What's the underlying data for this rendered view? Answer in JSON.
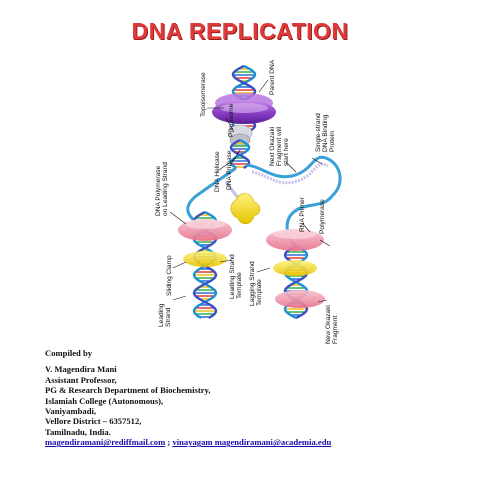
{
  "title": "DNA REPLICATION",
  "labels": {
    "topoisomerase": "Topoisomerase",
    "parent_dna": "Parent DNA",
    "primosome": "Primosome",
    "dna_helicase": "DNA Helicase",
    "dna_primase": "DNA Primase",
    "next_okazaki_1": "Next Okazaki",
    "next_okazaki_2": "Fragment will",
    "next_okazaki_3": "start here",
    "ssb_1": "Single-strand",
    "ssb_2": "DNA Binding",
    "ssb_3": "Protein",
    "polymerase_leading_1": "DNA Polymerase",
    "polymerase_leading_2": "on Leading Strand",
    "rna_primer": "RNA Primer",
    "polymerase": "Polymerase",
    "sliding_clamp": "Sliding Clamp",
    "leading_strand_template_1": "Leading Strand",
    "leading_strand_template_2": "Template",
    "lagging_strand_template_1": "Lagging Strand",
    "lagging_strand_template_2": "Template",
    "leading_strand_1": "Leading",
    "leading_strand_2": "Strand",
    "new_okazaki_1": "New Okazaki",
    "new_okazaki_2": "Fragment"
  },
  "credits": {
    "compiled_by": "Compiled by",
    "name": "V. Magendira Mani",
    "position": "Assistant Professor,",
    "department": "PG & Research Department of Biochemistry,",
    "college": "Islamiah College (Autonomous),",
    "town": "Vaniyambadi,",
    "district": "Vellore District – 6357512,",
    "state": "Tamilnadu, India.",
    "email": "magendiramani@rediffmail.com",
    "separator": " ; ",
    "academia": "vinayagam magendiramani@academia.edu"
  }
}
